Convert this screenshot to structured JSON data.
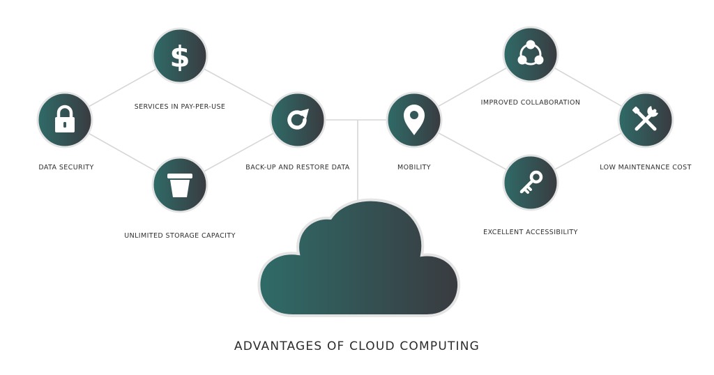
{
  "title": "ADVANTAGES OF CLOUD COMPUTING",
  "colors": {
    "gradient_start": "#2f6b68",
    "gradient_end": "#393b40",
    "connector": "#d6d6d6",
    "ring": "#e4e4e4"
  },
  "advantages": [
    {
      "label": "DATA SECURITY",
      "icon": "lock-icon"
    },
    {
      "label": "SERVICES IN PAY-PER-USE",
      "icon": "dollar-icon"
    },
    {
      "label": "UNLIMITED STORAGE CAPACITY",
      "icon": "bucket-icon"
    },
    {
      "label": "BACK-UP AND RESTORE DATA",
      "icon": "refresh-icon"
    },
    {
      "label": "MOBILITY",
      "icon": "location-pin-icon"
    },
    {
      "label": "IMPROVED COLLABORATION",
      "icon": "collaboration-icon"
    },
    {
      "label": "EXCELLENT ACCESSIBILITY",
      "icon": "key-icon"
    },
    {
      "label": "LOW MAINTENANCE COST",
      "icon": "tools-icon"
    }
  ],
  "center": {
    "icon": "cloud-icon"
  }
}
